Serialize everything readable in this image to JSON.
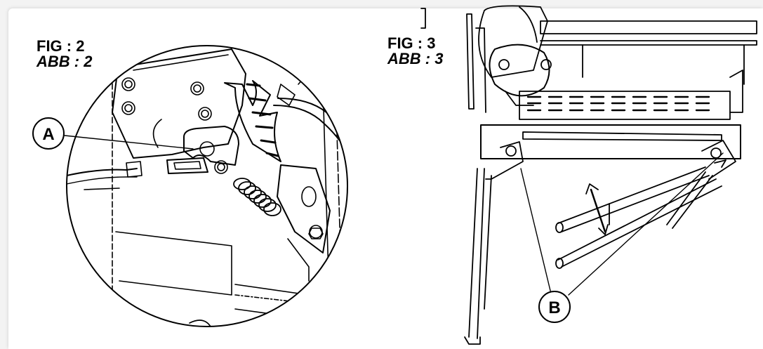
{
  "figures": [
    {
      "fig": "FIG : 2",
      "abb": "ABB : 2"
    },
    {
      "fig": "FIG : 3",
      "abb": "ABB : 3"
    }
  ],
  "callouts": {
    "a": "A",
    "b": "B"
  }
}
